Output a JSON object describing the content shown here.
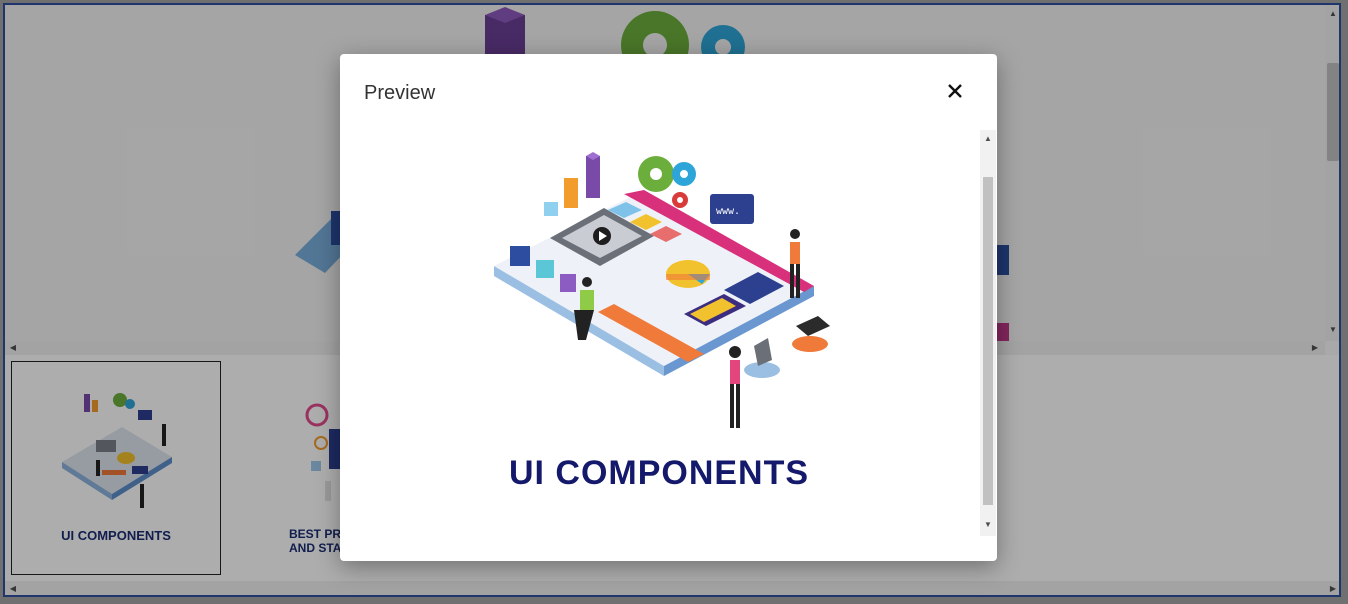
{
  "viewer": {
    "scroll_up_icon": "triangle-up",
    "scroll_down_icon": "triangle-down",
    "scroll_left_icon": "triangle-left",
    "scroll_right_icon": "triangle-right"
  },
  "thumbnails": [
    {
      "label": "UI COMPONENTS",
      "selected": true
    },
    {
      "label_line1": "BEST PRA",
      "label_line2": "AND STAN",
      "selected": false
    }
  ],
  "modal": {
    "title": "Preview",
    "close_icon": "close-x",
    "image_caption": "UI COMPONENTS"
  },
  "colors": {
    "frame_border": "#2f4f9e",
    "caption_navy": "#15196b"
  }
}
